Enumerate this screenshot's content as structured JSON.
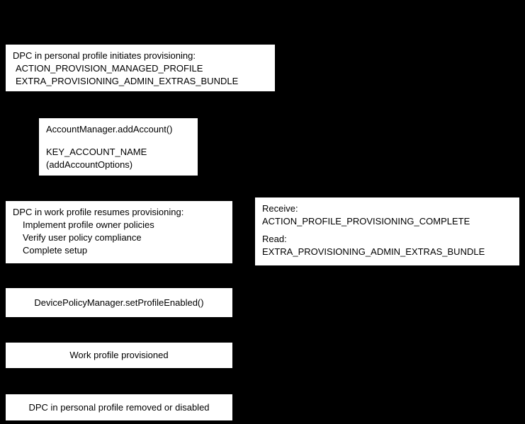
{
  "diagram": {
    "background_color": "#000000",
    "box_fill_color": "#ffffff",
    "text_color": "#000000",
    "boxes": {
      "initiate": {
        "title": "DPC in personal profile initiates provisioning:",
        "line2": "ACTION_PROVISION_MANAGED_PROFILE",
        "line3": "EXTRA_PROVISIONING_ADMIN_EXTRAS_BUNDLE"
      },
      "add_account": {
        "line1": "AccountManager.addAccount()",
        "line2": "KEY_ACCOUNT_NAME",
        "line3": "(addAccountOptions)"
      },
      "resume": {
        "title": "DPC in work profile resumes provisioning:",
        "items": [
          "Implement profile owner policies",
          "Verify user policy compliance",
          "Complete setup"
        ]
      },
      "receive": {
        "receive_label": "Receive:",
        "receive_value": "ACTION_PROFILE_PROVISIONING_COMPLETE",
        "read_label": "Read:",
        "read_value": "EXTRA_PROVISIONING_ADMIN_EXTRAS_BUNDLE"
      },
      "set_profile_enabled": {
        "label": "DevicePolicyManager.setProfileEnabled()"
      },
      "provisioned": {
        "label": "Work profile provisioned"
      },
      "removed": {
        "label": "DPC in personal profile removed or disabled"
      }
    }
  }
}
